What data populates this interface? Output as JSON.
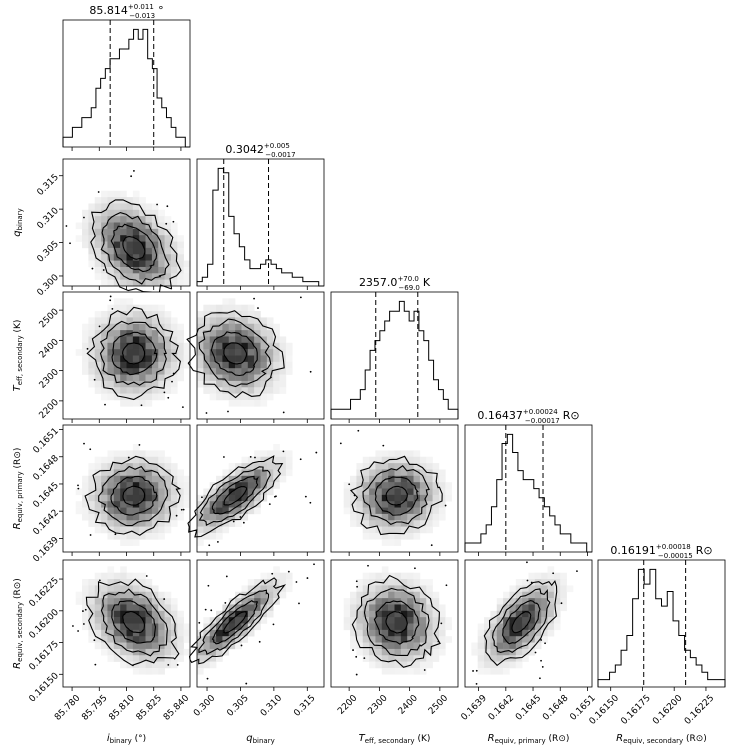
{
  "chart_data": {
    "type": "corner",
    "parameters": [
      {
        "key": "i_binary",
        "label_main": "i",
        "label_sub": "binary",
        "label_unit": " (°)",
        "range": [
          85.775,
          85.845
        ],
        "ticks": [
          85.78,
          85.795,
          85.81,
          85.825,
          85.84
        ],
        "tick_labels": [
          "85.780",
          "85.795",
          "85.810",
          "85.825",
          "85.840"
        ],
        "median": 85.814,
        "plus": "+0.011",
        "minus": "−0.013",
        "title_value": "85.814",
        "title_unit": "°",
        "quantile_lo": 85.801,
        "quantile_hi": 85.825,
        "hist": [
          1,
          1,
          2,
          2,
          3,
          3,
          4,
          6,
          7,
          8,
          9,
          9,
          10,
          10,
          11,
          12,
          11,
          12,
          9,
          8,
          5,
          4,
          3,
          2,
          1,
          1,
          0
        ]
      },
      {
        "key": "q_binary",
        "label_main": "q",
        "label_sub": "binary",
        "label_unit": "",
        "range": [
          0.2985,
          0.3175
        ],
        "ticks": [
          0.3,
          0.305,
          0.31,
          0.315
        ],
        "tick_labels": [
          "0.300",
          "0.305",
          "0.310",
          "0.315"
        ],
        "median": 0.3042,
        "plus": "+0.005",
        "minus": "−0.0017",
        "title_value": "0.3042",
        "title_unit": "",
        "quantile_lo": 0.3025,
        "quantile_hi": 0.3092,
        "hist": [
          1,
          2,
          5,
          22,
          27,
          26,
          16,
          12,
          9,
          6,
          4,
          4,
          5,
          6,
          5,
          4,
          3,
          3,
          2,
          2,
          1,
          1,
          1,
          0
        ]
      },
      {
        "key": "Teff_secondary",
        "label_main": "T",
        "label_sub": "eff, secondary",
        "label_unit": " (K)",
        "range": [
          2140,
          2560
        ],
        "ticks": [
          2200,
          2300,
          2400,
          2500
        ],
        "tick_labels": [
          "2200",
          "2300",
          "2400",
          "2500"
        ],
        "median": 2357.0,
        "plus": "+70.0",
        "minus": "−69.0",
        "title_value": "2357.0",
        "title_unit": "K",
        "quantile_lo": 2288,
        "quantile_hi": 2427,
        "hist": [
          1,
          1,
          1,
          1,
          2,
          2,
          3,
          5,
          7,
          8,
          9,
          10,
          11,
          11,
          12,
          11,
          10,
          11,
          9,
          8,
          6,
          4,
          3,
          2,
          1,
          1
        ]
      },
      {
        "key": "Requiv_primary",
        "label_main": "R",
        "label_sub": "equiv, primary",
        "label_unit": " (R⊙)",
        "range": [
          0.16375,
          0.16515
        ],
        "ticks": [
          0.1639,
          0.1642,
          0.1645,
          0.1648,
          0.1651
        ],
        "tick_labels": [
          "0.1639",
          "0.1642",
          "0.1645",
          "0.1648",
          "0.1651"
        ],
        "median": 0.16437,
        "plus": "+0.00024",
        "minus": "−0.00017",
        "title_value": "0.16437",
        "title_unit": "R⊙",
        "quantile_lo": 0.1642,
        "quantile_hi": 0.16461,
        "hist": [
          1,
          1,
          1,
          2,
          3,
          5,
          8,
          12,
          13,
          11,
          9,
          8,
          8,
          7,
          6,
          5,
          4,
          3,
          2,
          2,
          1,
          1,
          1,
          0
        ]
      },
      {
        "key": "Requiv_secondary",
        "label_main": "R",
        "label_sub": "equiv, secondary",
        "label_unit": " (R⊙)",
        "range": [
          0.1614,
          0.1624
        ],
        "ticks": [
          0.1615,
          0.16175,
          0.162,
          0.16225
        ],
        "tick_labels": [
          "0.16150",
          "0.16175",
          "0.16200",
          "0.16225"
        ],
        "median": 0.16191,
        "plus": "+0.00018",
        "minus": "−0.00015",
        "title_value": "0.16191",
        "title_unit": "R⊙",
        "quantile_lo": 0.16176,
        "quantile_hi": 0.16209,
        "hist": [
          1,
          1,
          2,
          3,
          5,
          7,
          12,
          16,
          14,
          16,
          12,
          11,
          13,
          9,
          7,
          5,
          4,
          3,
          2,
          1,
          1,
          1
        ]
      }
    ],
    "pairs": [
      {
        "row": 1,
        "col": 0,
        "rho": -0.35
      },
      {
        "row": 2,
        "col": 0,
        "rho": 0.0
      },
      {
        "row": 2,
        "col": 1,
        "rho": -0.15
      },
      {
        "row": 3,
        "col": 0,
        "rho": 0.05
      },
      {
        "row": 3,
        "col": 1,
        "rho": 0.75
      },
      {
        "row": 3,
        "col": 2,
        "rho": 0.05
      },
      {
        "row": 4,
        "col": 0,
        "rho": -0.35
      },
      {
        "row": 4,
        "col": 1,
        "rho": 0.85
      },
      {
        "row": 4,
        "col": 2,
        "rho": -0.1
      },
      {
        "row": 4,
        "col": 3,
        "rho": 0.6
      }
    ],
    "colors": {
      "line": "#000000",
      "background": "#ffffff"
    }
  }
}
